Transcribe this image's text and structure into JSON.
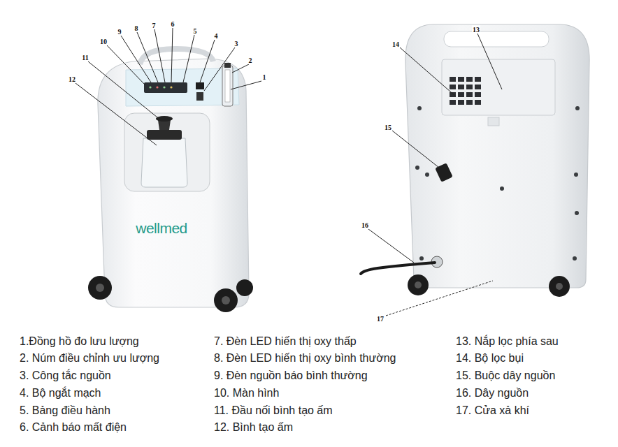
{
  "diagram": {
    "labels": [
      "1",
      "2",
      "3",
      "4",
      "5",
      "6",
      "7",
      "8",
      "9",
      "10",
      "11",
      "12",
      "13",
      "14",
      "15",
      "16",
      "17",
      "1.Đồng hồ đo lưu lượng",
      "2. Núm điều chỉnh ưu lượng",
      "3. Công tắc nguồn",
      "4. Bộ ngắt mạch",
      "5. Bảng điều hành",
      "6. Cảnh báo mất điện",
      "7. Đèn LED hiến thị oxy thấp",
      "8. Đèn LED hiến thị oxy bình thường",
      "9. Đèn nguồn báo bình thường",
      "10. Màn hình",
      "11. Đầu nối bình tạo ấm",
      "12. Bình tạo ấm",
      "13. Nắp lọc phía sau",
      "14. Bộ lọc bụi",
      "15. Buộc dây nguồn",
      "16. Dây nguồn",
      "17. Cửa xả khí",
      "wellmed"
    ]
  }
}
